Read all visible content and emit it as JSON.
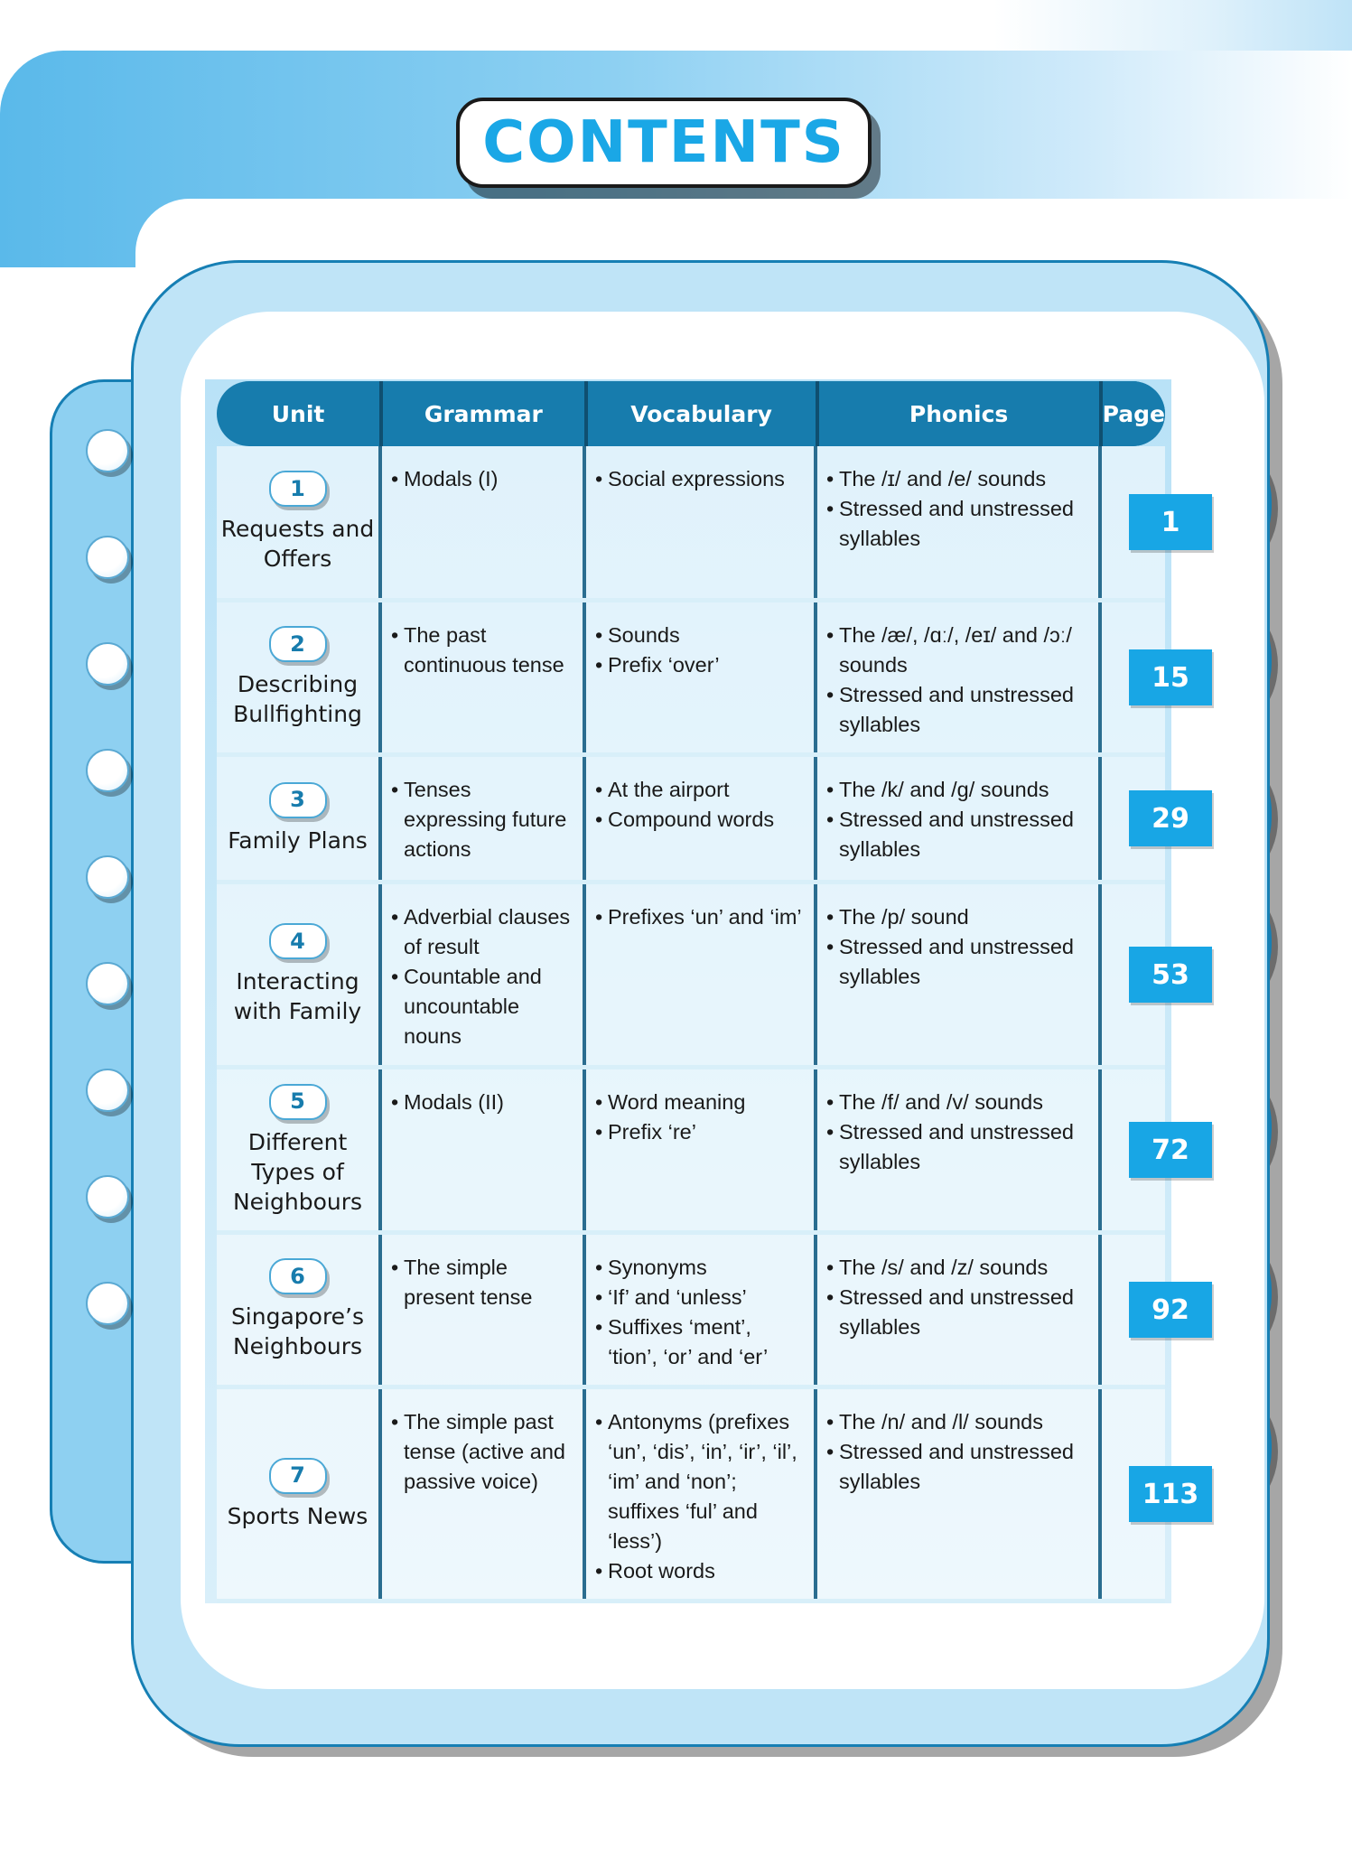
{
  "title": "CONTENTS",
  "headers": {
    "unit": "Unit",
    "grammar": "Grammar",
    "vocabulary": "Vocabulary",
    "phonics": "Phonics",
    "page": "Page"
  },
  "units": [
    {
      "number": "1",
      "title": "Requests and Offers",
      "grammar": [
        "Modals (I)"
      ],
      "vocabulary": [
        "Social expressions"
      ],
      "phonics": [
        "The /ɪ/ and /e/ sounds",
        "Stressed and unstressed syllables"
      ],
      "page": "1"
    },
    {
      "number": "2",
      "title": "Describing Bullfighting",
      "grammar": [
        "The past continuous tense"
      ],
      "vocabulary": [
        "Sounds",
        "Prefix ‘over’"
      ],
      "phonics": [
        "The /æ/, /ɑː/, /eɪ/ and /ɔː/ sounds",
        "Stressed and unstressed syllables"
      ],
      "page": "15"
    },
    {
      "number": "3",
      "title": "Family Plans",
      "grammar": [
        "Tenses expressing future actions"
      ],
      "vocabulary": [
        "At the airport",
        "Compound words"
      ],
      "phonics": [
        "The /k/ and /g/ sounds",
        "Stressed and unstressed syllables"
      ],
      "page": "29"
    },
    {
      "number": "4",
      "title": "Interacting with Family",
      "grammar": [
        "Adverbial clauses of result",
        "Countable and uncountable nouns"
      ],
      "vocabulary": [
        "Prefixes ‘un’ and ‘im’"
      ],
      "phonics": [
        "The /p/ sound",
        "Stressed and unstressed syllables"
      ],
      "page": "53"
    },
    {
      "number": "5",
      "title": "Different Types of Neighbours",
      "grammar": [
        "Modals (II)"
      ],
      "vocabulary": [
        "Word meaning",
        "Prefix ‘re’"
      ],
      "phonics": [
        "The /f/ and /v/ sounds",
        "Stressed and unstressed syllables"
      ],
      "page": "72"
    },
    {
      "number": "6",
      "title": "Singapore’s Neighbours",
      "grammar": [
        "The simple present tense"
      ],
      "vocabulary": [
        "Synonyms",
        "‘If’ and ‘unless’",
        "Suffixes ‘ment’, ‘tion’, ‘or’ and ‘er’"
      ],
      "phonics": [
        "The /s/ and /z/ sounds",
        "Stressed and unstressed syllables"
      ],
      "page": "92"
    },
    {
      "number": "7",
      "title": "Sports News",
      "grammar": [
        "The simple past tense (active and passive voice)"
      ],
      "vocabulary": [
        "Antonyms (prefixes ‘un’, ‘dis’, ‘in’, ‘ir’, ‘il’, ‘im’ and ‘non’; suffixes ‘ful’ and ‘less’)",
        "Root words"
      ],
      "phonics": [
        "The /n/ and /l/ sounds",
        "Stressed and unstressed syllables"
      ],
      "page": "113"
    }
  ]
}
